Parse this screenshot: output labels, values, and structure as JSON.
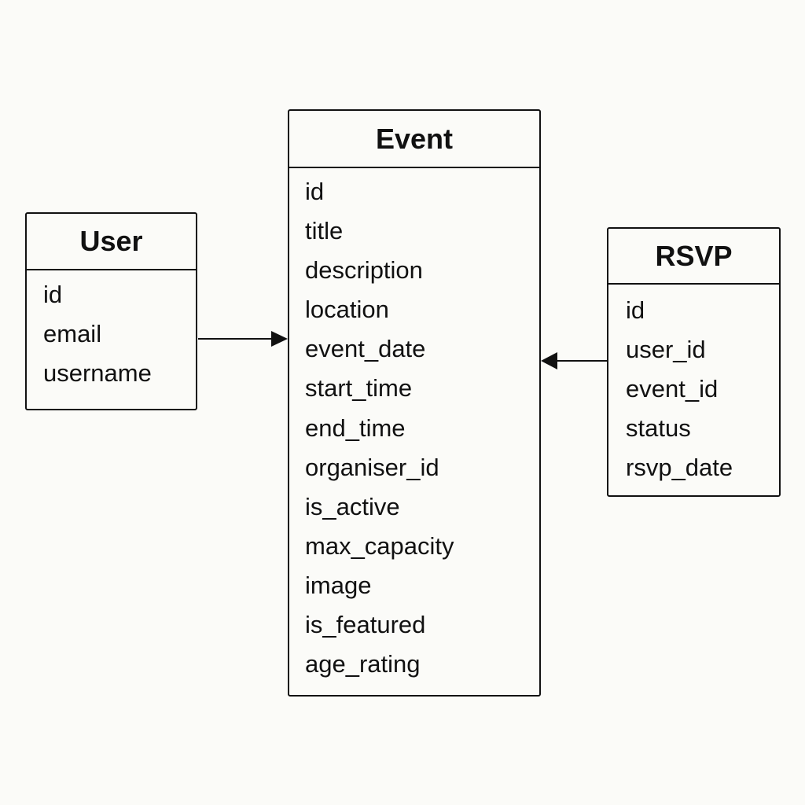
{
  "entities": {
    "user": {
      "name": "User",
      "fields": [
        "id",
        "email",
        "username"
      ]
    },
    "event": {
      "name": "Event",
      "fields": [
        "id",
        "title",
        "description",
        "location",
        "event_date",
        "start_time",
        "end_time",
        "organiser_id",
        "is_active",
        "max_capacity",
        "image",
        "is_featured",
        "age_rating"
      ]
    },
    "rsvp": {
      "name": "RSVP",
      "fields": [
        "id",
        "user_id",
        "event_id",
        "status",
        "rsvp_date"
      ]
    }
  },
  "relationships": [
    {
      "from": "User",
      "to": "Event",
      "arrowhead": "filled-triangle"
    },
    {
      "from": "RSVP",
      "to": "Event",
      "arrowhead": "filled-triangle"
    }
  ],
  "colors": {
    "background": "#fbfbf8",
    "stroke": "#111111"
  }
}
